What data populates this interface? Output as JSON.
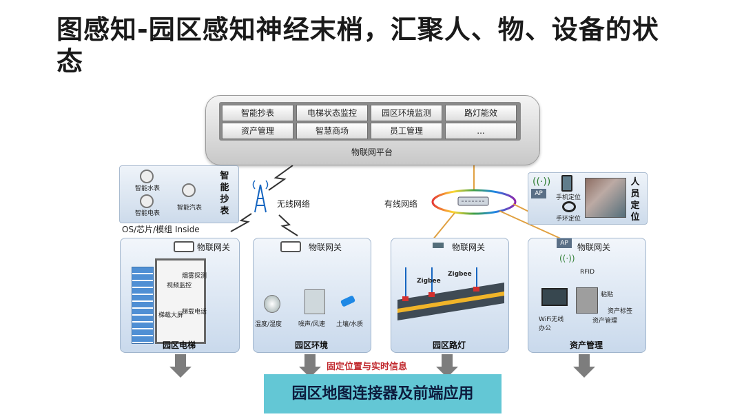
{
  "title": "图感知-园区感知神经末梢，汇聚人、物、设备的状态",
  "platform": {
    "label": "物联网平台",
    "cells": [
      [
        "智能抄表",
        "电梯状态监控",
        "园区环境监测",
        "路灯能效"
      ],
      [
        "资产管理",
        "智慧商场",
        "员工管理",
        "..."
      ]
    ]
  },
  "meter_panel": {
    "items": [
      "智能水表",
      "智能电表",
      "智能汽表"
    ],
    "title": "智能抄表"
  },
  "os_label": "OS/芯片/模组 Inside",
  "wireless_label": "无线网络",
  "wired_label": "有线网络",
  "people_panel": {
    "title": "人员定位",
    "ap": "AP",
    "phone_label": "手机定位",
    "band_label": "手环定位"
  },
  "panels": [
    {
      "gateway": "物联网关",
      "name": "园区电梯",
      "labels": [
        "烟雾探测",
        "视频监控",
        "梯载大屏",
        "梯载电话"
      ]
    },
    {
      "gateway": "物联网关",
      "name": "园区环境",
      "labels": [
        "温度/湿度",
        "噪声/风速",
        "土壤/水质"
      ]
    },
    {
      "gateway": "物联网关",
      "name": "园区路灯",
      "labels": [
        "Zigbee",
        "Zigbee"
      ]
    },
    {
      "gateway": "物联网关",
      "name": "资产管理",
      "ap": "AP",
      "labels": [
        "RFID",
        "粘贴",
        "资产标签",
        "WiFi无线办公",
        "资产管理"
      ]
    }
  ],
  "caption": "固定位置与实时信息",
  "connector": "园区地图连接器及前端应用",
  "colors": {
    "title": "#1a1a1a",
    "caption": "#c0282d",
    "connector_bg": "#63c7d5",
    "panel": "#c9d9ec"
  }
}
